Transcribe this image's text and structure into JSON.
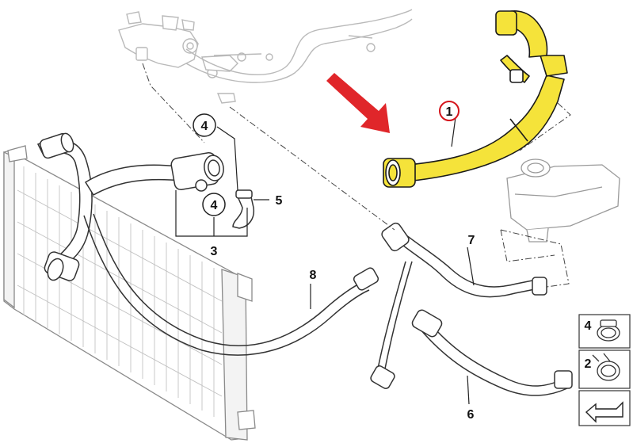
{
  "callouts": [
    {
      "id": "1",
      "label": "1"
    },
    {
      "id": "2",
      "label": "2"
    },
    {
      "id": "3",
      "label": "3"
    },
    {
      "id": "4a",
      "label": "4"
    },
    {
      "id": "4b",
      "label": "4"
    },
    {
      "id": "4c",
      "label": "4"
    },
    {
      "id": "5",
      "label": "5"
    },
    {
      "id": "6",
      "label": "6"
    },
    {
      "id": "7",
      "label": "7"
    },
    {
      "id": "8",
      "label": "8"
    }
  ],
  "colors": {
    "highlight_hose": "#f5e33a",
    "highlight_outline": "#1a1a1a",
    "arrow": "#e0262a",
    "circle_red": "#d4141b",
    "part_line": "#3a3a3a",
    "ghost_line": "#b5b5b5"
  },
  "icons": [
    "red-pointer-arrow-icon",
    "hose-clamp-icon",
    "spring-clamp-icon",
    "direction-arrow-icon"
  ]
}
